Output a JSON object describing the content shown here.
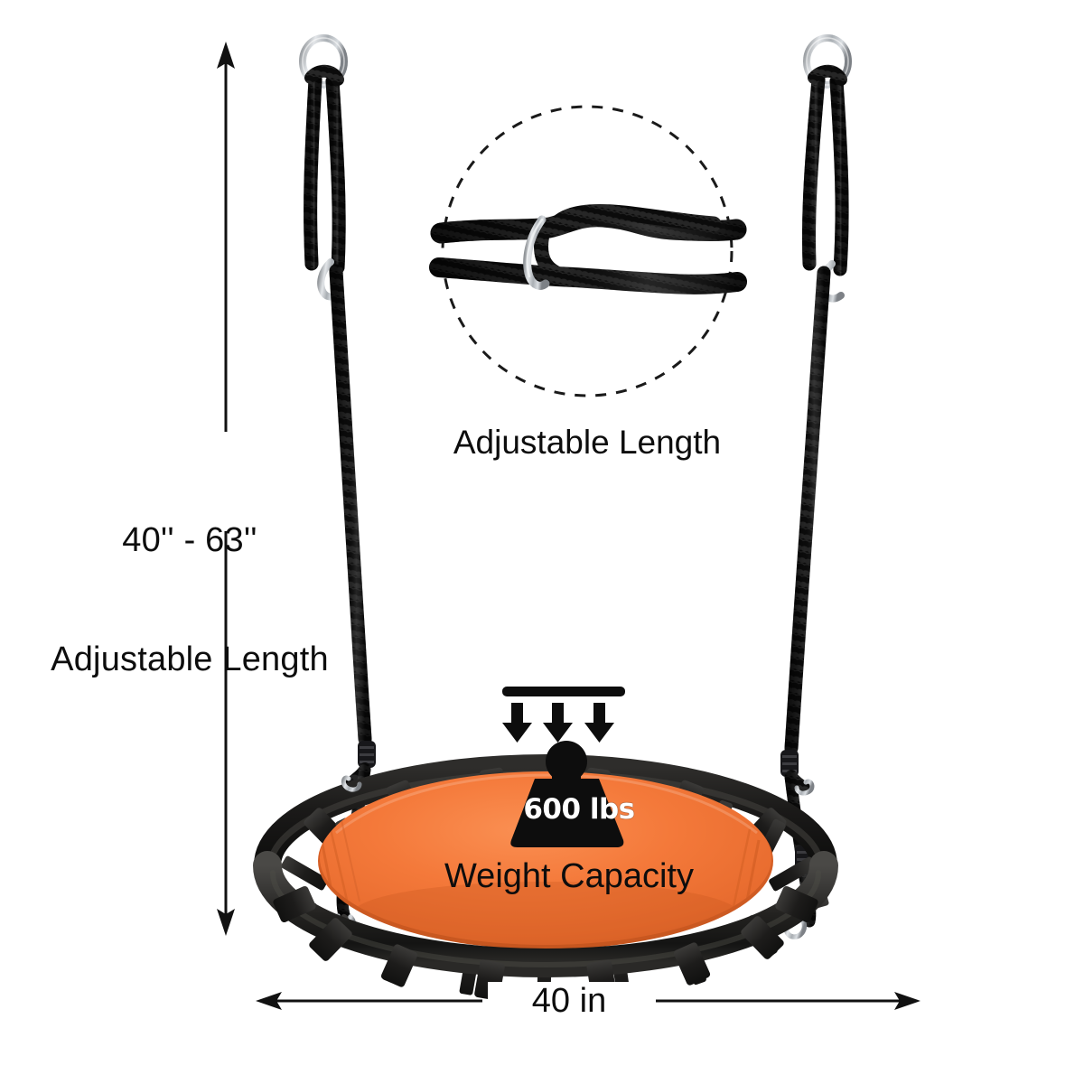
{
  "product": {
    "name": "saucer-tree-swing",
    "seat_color": "#f4793a",
    "frame_color": "#2b2a28",
    "rope_color": "#111111",
    "hardware_color": "#b9bcc0",
    "background": "#ffffff"
  },
  "annotations": {
    "height_dimension": {
      "line1": "40'' - 63''",
      "line2": "Adjustable Length"
    },
    "inset_caption": "Adjustable Length",
    "weight_caption": "Weight Capacity",
    "weight_badge": "600 lbs",
    "width_dimension": "40 in"
  },
  "icons": {
    "up_arrow": "arrow-up-icon",
    "down_arrow": "arrow-down-icon",
    "left_arrow": "arrow-left-icon",
    "right_arrow": "arrow-right-icon",
    "load_arrows": "downward-load-arrows-icon",
    "weight_badge": "kettlebell-weight-icon",
    "detail_circle": "dashed-callout-circle-icon",
    "hanging_ring": "metal-o-ring-icon",
    "rope_clip": "metal-rope-adjuster-clip-icon",
    "carabiner": "metal-carabiner-icon"
  }
}
